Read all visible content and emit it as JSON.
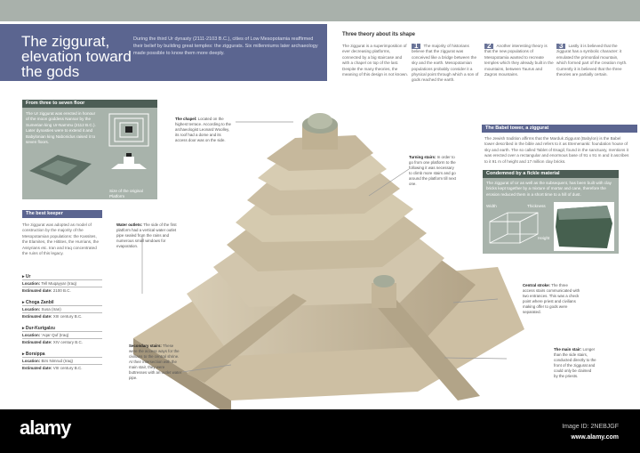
{
  "header": {
    "title": "The ziggurat, elevation toward the gods",
    "intro": "During the third Ur dynasty (2111-2103 B.C.), cities of Low Mesopotamia reaffirmed their belief by building great temples: the ziggurats. Six millenniums later archaeology made possible to know them more deeply."
  },
  "theory": {
    "heading": "Three theory about its shape",
    "intro": "The ziggurat is a superimposition of ever decreasing platforms, connected by a big staircase and with a chapel on top of the last. Despite the many theories, the meaning of this design is not known.",
    "items": [
      {
        "num": "1",
        "text": "The majority of historians believe that the ziggurat was conceived like a bridge between the sky and the earth. Mesopotamian populations probably consider it a physical point through which a son of gods reached the earth."
      },
      {
        "num": "2",
        "text": "Another interesting theory is that the new populations of Mesopotamia wanted to recreate temples which they already built in the mountains, between Taurus and Zagros mountains."
      },
      {
        "num": "3",
        "text": "Lastly it is believed that the ziggurat has a symbolic character: it emulated the primordial mountain, which formed part of the creation myth. Currently it is believed that the three theories are partially certain."
      }
    ]
  },
  "floors": {
    "heading": "From three to seven floor",
    "text": "The Ur ziggurat was erected in honour of the moon goddess Nannar by the Sumerian king Ur-Nammu (2112 B.C.). Later dynasties were to extend it and Babylonian king Nabonidus raised it to seven floors.",
    "caption": "Size of the original Platform"
  },
  "keeper": {
    "heading": "The best keeper",
    "text": "The ziggurat was adopted as model of construction by the majority of the Mesopotamian populations: the Kassites, the Elamites, the Hittites, the Hurrians, the Assyrians etc. Iran and Iraq concentrated the ruins of this legacy.",
    "sites": [
      {
        "name": "Ur",
        "location": "Tell Muqayyar (Iraq)",
        "date": "2100 B.C."
      },
      {
        "name": "Choga Zanbil",
        "location": "Susa (Iran)",
        "date": "XIII century B.C."
      },
      {
        "name": "Dur-Kurigalzu",
        "location": "'Aqar Quf (Iraq)",
        "date": "XIV century B.C."
      },
      {
        "name": "Borsippa",
        "location": "Birs Nimrud (Iraq)",
        "date": "VIII century B.C."
      }
    ],
    "location_label": "Location:",
    "date_label": "Estimated date:"
  },
  "babel": {
    "heading": "The Babel tower, a ziggurat",
    "text": "The Jewish tradition affirms that the Marduk Ziggurat (Babylon) is the Babel tower described in the bible and refers to it as Etemenanki: foundation house of sky and earth. The so called Tablet of Esagil, found in the sanctuary, mentions it was erected over a rectangular and enormous base of 91 x 91 m and it ascribes to it 91 m of height and 17 million clay bricks."
  },
  "material": {
    "heading": "Condemned by a fickle material",
    "text": "The ziggurat of Ur as well as the subsequent, has been built with clay bricks kept together by a mixture of mortar and cane, therefore the erosion reduced them in a short time to a hill of dust.",
    "dim_width": "Width",
    "dim_depth": "Thickness",
    "dim_height": "Height"
  },
  "callouts": {
    "chapel": {
      "title": "The chapel:",
      "text": "Located on the highest terrace. According to the archaeologist Leonard Woolley, its roof had a dome and its access door was on the side."
    },
    "water": {
      "title": "Water outlets:",
      "text": "The side of the first platform had a vertical water outlet pipe sealed from the rains and numerous small windows for evaporation."
    },
    "turning": {
      "title": "Turning stairs:",
      "text": "In order to go from one platform to the following it was necessary to climb more stairs and go around the platform till next one."
    },
    "central": {
      "title": "Central stroke:",
      "text": "The three access stairs communicated with two entrances. This was a check point where priest and civilians making offer to gods were separated."
    },
    "secondary": {
      "title": "Secondary stairs:",
      "text": "These were the access ways for the civilians to the central shrine. At their intersection with the main stair, they were buttresses with an outlet water pipe."
    },
    "main": {
      "title": "The main stair:",
      "text": "Longer than the side stairs, conducted directly to the front of the ziggurat and could only be claimed by the priests."
    }
  },
  "footer": {
    "logo": "alamy",
    "image_id": "Image ID: 2NEBJGF",
    "url": "www.alamy.com"
  },
  "colors": {
    "navy": "#5b6590",
    "panel_green": "#a8b3ab",
    "panel_header": "#4c5d55",
    "stone": "#c9b99e",
    "footer": "#000000"
  }
}
